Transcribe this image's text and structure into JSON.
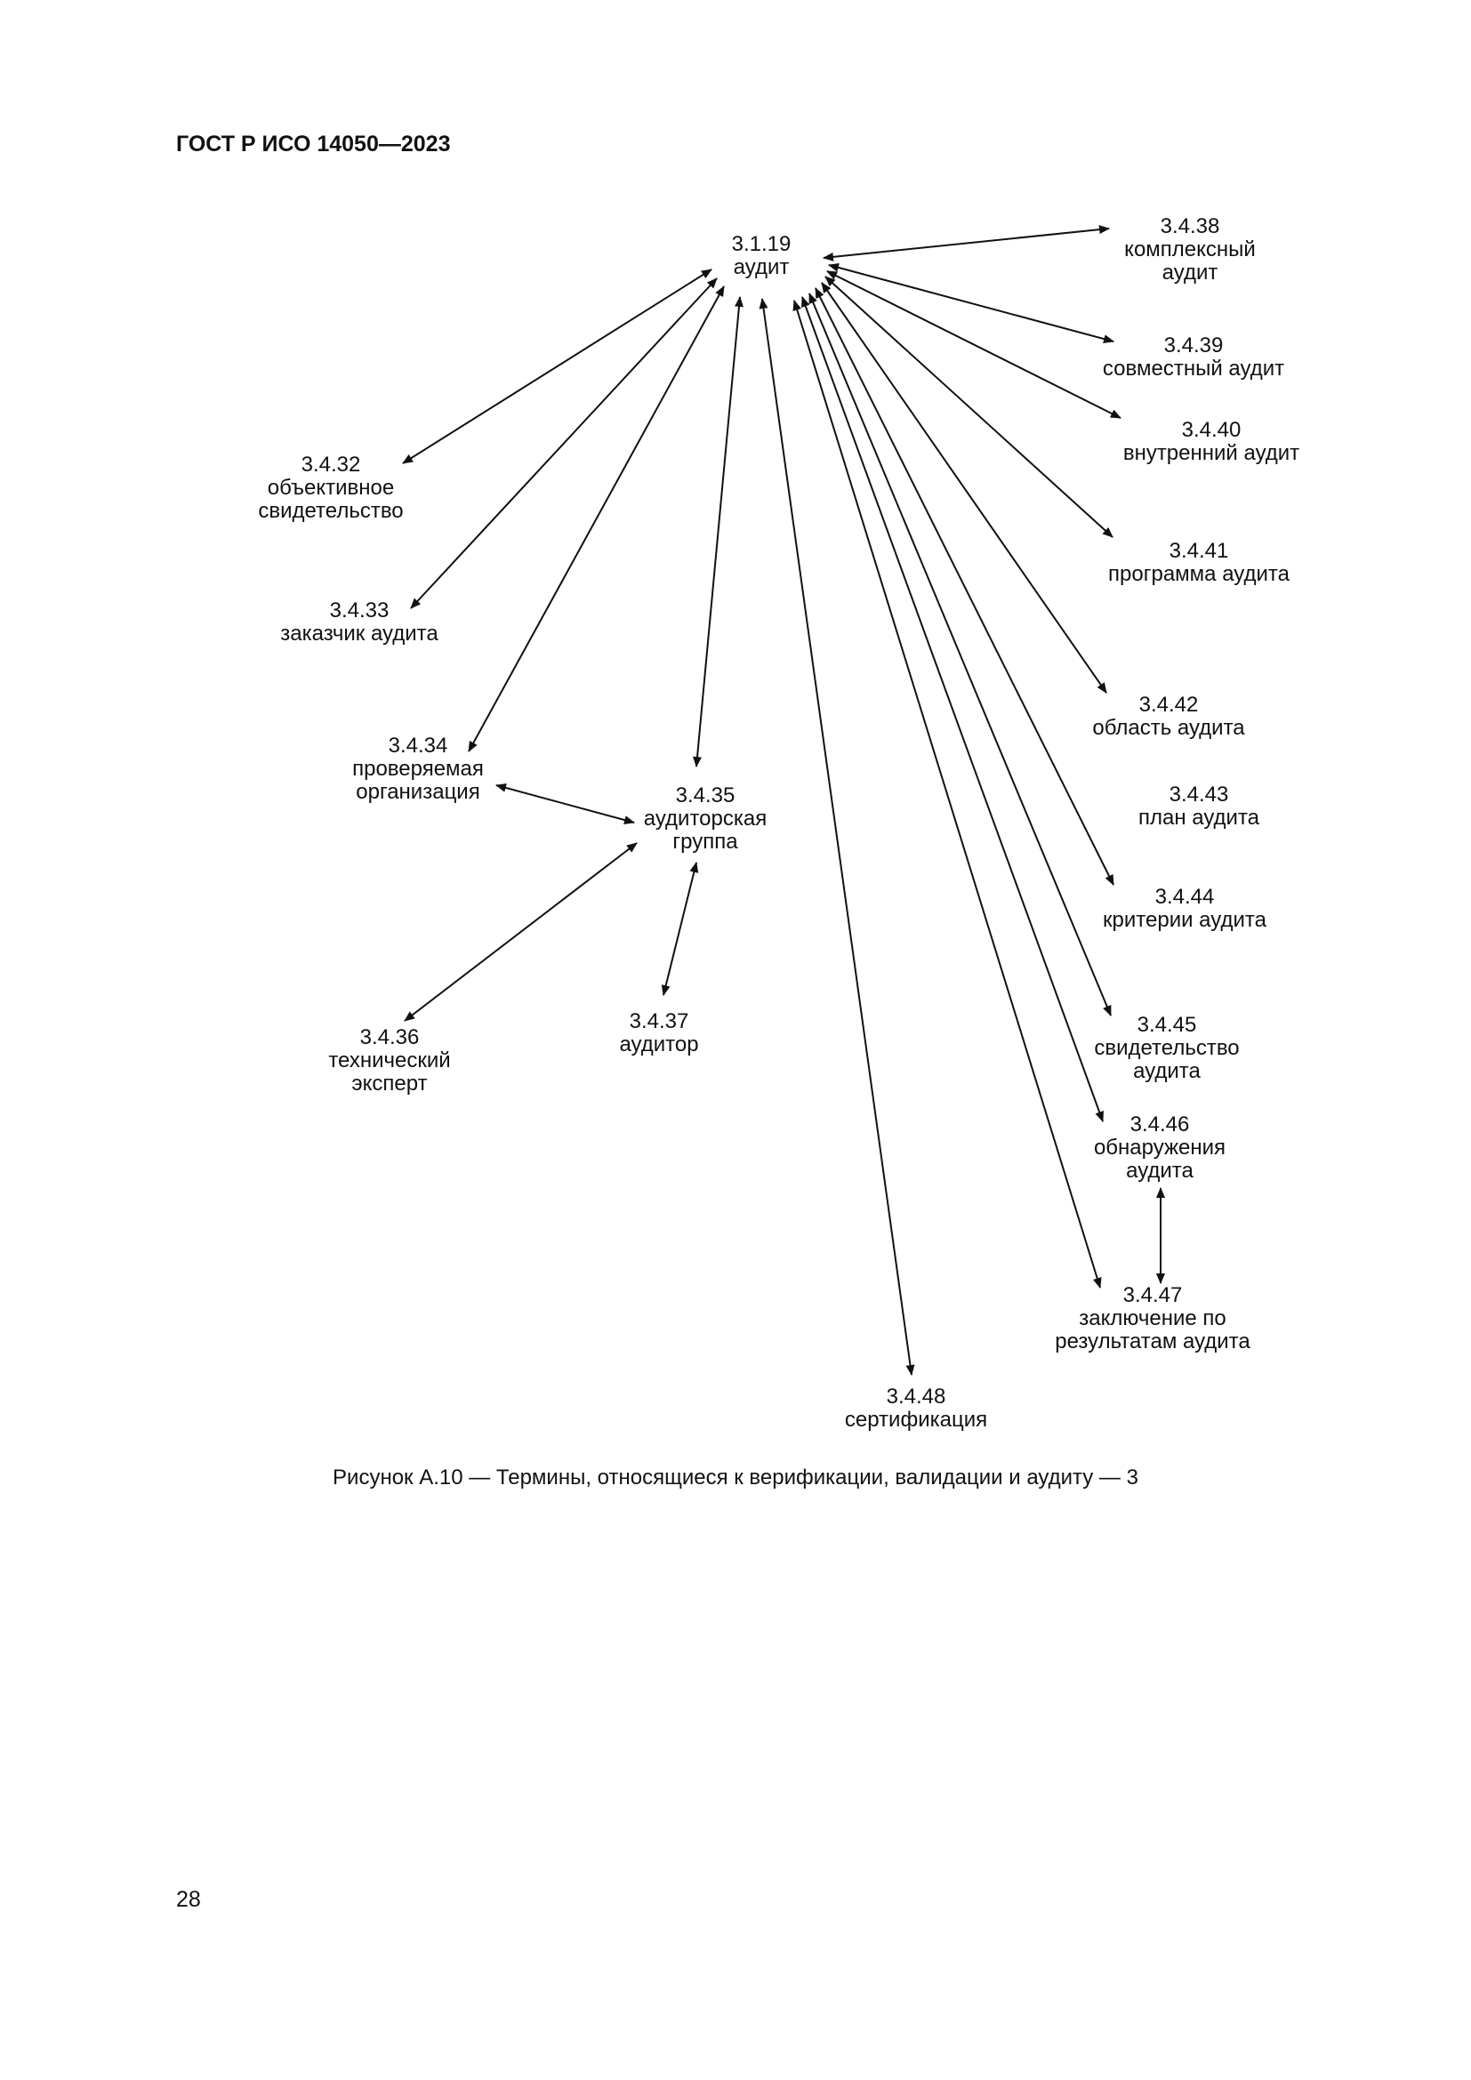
{
  "header": "ГОСТ Р ИСО 14050—2023",
  "caption": "Рисунок А.10 — Термины, относящиеся к верификации, валидации и аудиту — 3",
  "page_number": "28",
  "nodes": [
    {
      "id": "audit",
      "number": "3.1.19",
      "term": [
        "аудит"
      ]
    },
    {
      "id": "combined",
      "number": "3.4.38",
      "term": [
        "комплексный",
        "аудит"
      ]
    },
    {
      "id": "joint",
      "number": "3.4.39",
      "term": [
        "совместный аудит"
      ]
    },
    {
      "id": "internal",
      "number": "3.4.40",
      "term": [
        "внутренний аудит"
      ]
    },
    {
      "id": "programme",
      "number": "3.4.41",
      "term": [
        "программа аудита"
      ]
    },
    {
      "id": "scope",
      "number": "3.4.42",
      "term": [
        "область аудита"
      ]
    },
    {
      "id": "plan",
      "number": "3.4.43",
      "term": [
        "план аудита"
      ]
    },
    {
      "id": "criteria",
      "number": "3.4.44",
      "term": [
        "критерии аудита"
      ]
    },
    {
      "id": "evidence",
      "number": "3.4.45",
      "term": [
        "свидетельство",
        "аудита"
      ]
    },
    {
      "id": "findings",
      "number": "3.4.46",
      "term": [
        "обнаружения",
        "аудита"
      ]
    },
    {
      "id": "conclusion",
      "number": "3.4.47",
      "term": [
        "заключение по",
        "результатам аудита"
      ]
    },
    {
      "id": "certification",
      "number": "3.4.48",
      "term": [
        "сертификация"
      ]
    },
    {
      "id": "objective",
      "number": "3.4.32",
      "term": [
        "объективное",
        "свидетельство"
      ]
    },
    {
      "id": "client",
      "number": "3.4.33",
      "term": [
        "заказчик аудита"
      ]
    },
    {
      "id": "auditee",
      "number": "3.4.34",
      "term": [
        "проверяемая",
        "организация"
      ]
    },
    {
      "id": "team",
      "number": "3.4.35",
      "term": [
        "аудиторская",
        "группа"
      ]
    },
    {
      "id": "expert",
      "number": "3.4.36",
      "term": [
        "технический",
        "эксперт"
      ]
    },
    {
      "id": "auditor",
      "number": "3.4.37",
      "term": [
        "аудитор"
      ]
    }
  ],
  "edges": [
    {
      "from": "audit",
      "to": "combined",
      "arrows": "both"
    },
    {
      "from": "audit",
      "to": "joint",
      "arrows": "both"
    },
    {
      "from": "audit",
      "to": "internal",
      "arrows": "both"
    },
    {
      "from": "audit",
      "to": "programme",
      "arrows": "both"
    },
    {
      "from": "audit",
      "to": "scope",
      "arrows": "both"
    },
    {
      "from": "audit",
      "to": "criteria",
      "arrows": "both"
    },
    {
      "from": "audit",
      "to": "evidence",
      "arrows": "both"
    },
    {
      "from": "audit",
      "to": "findings",
      "arrows": "both"
    },
    {
      "from": "audit",
      "to": "conclusion",
      "arrows": "both"
    },
    {
      "from": "audit",
      "to": "certification",
      "arrows": "both"
    },
    {
      "from": "audit",
      "to": "objective",
      "arrows": "both"
    },
    {
      "from": "audit",
      "to": "client",
      "arrows": "both"
    },
    {
      "from": "audit",
      "to": "auditee",
      "arrows": "both"
    },
    {
      "from": "audit",
      "to": "team",
      "arrows": "both"
    },
    {
      "from": "auditee",
      "to": "team",
      "arrows": "both"
    },
    {
      "from": "team",
      "to": "expert",
      "arrows": "both"
    },
    {
      "from": "team",
      "to": "auditor",
      "arrows": "both"
    },
    {
      "from": "findings",
      "to": "conclusion",
      "arrows": "both"
    }
  ]
}
